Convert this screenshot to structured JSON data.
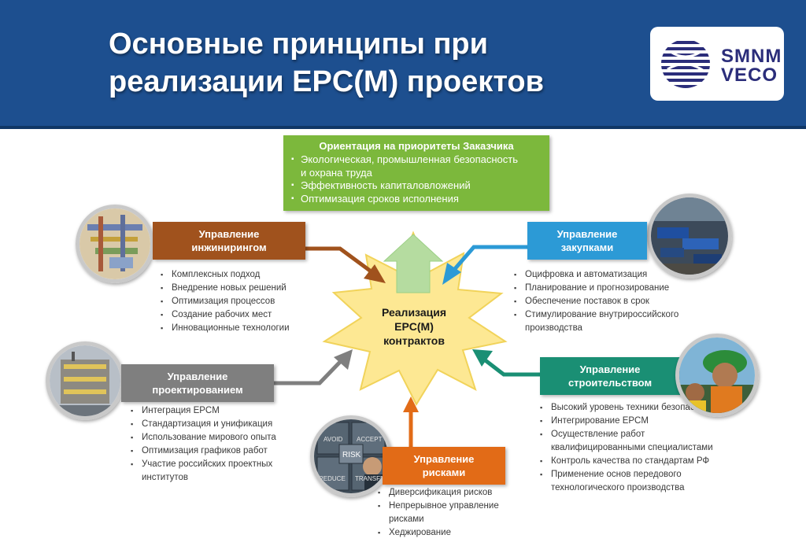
{
  "header": {
    "title_line1": "Основные принципы при",
    "title_line2": "реализации EPC(M) проектов",
    "logo_line1": "SMNM",
    "logo_line2": "VECO"
  },
  "center": {
    "line1": "Реализация",
    "line2": "EPC(M)",
    "line3": "контрактов"
  },
  "customer": {
    "title": "Ориентация на приоритеты Заказчика",
    "items": [
      "Экологическая, промышленная безопасность",
      "и охрана труда",
      "Эффективность капиталовложений",
      "Оптимизация сроков исполнения"
    ]
  },
  "engineering": {
    "label_line1": "Управление",
    "label_line2": "инжинирингом",
    "items": [
      "Комплексных подход",
      "Внедрение новых решений",
      "Оптимизация процессов",
      "Создание рабочих мест",
      "Инновационные технологии"
    ]
  },
  "procurement": {
    "label_line1": "Управление",
    "label_line2": "закупками",
    "items": [
      "Оцифровка и автоматизация",
      "Планирование и прогнозирование",
      "Обеспечение поставок в срок",
      "Стимулирование внутрироссийского",
      "производства"
    ]
  },
  "design": {
    "label_line1": "Управление",
    "label_line2": "проектированием",
    "items": [
      "Интеграция EPCM",
      "Стандартизация и унификация",
      "Использование мирового опыта",
      "Оптимизация графиков работ",
      "Участие российских проектных",
      "институтов"
    ]
  },
  "construction": {
    "label_line1": "Управление",
    "label_line2": "строительством",
    "items": [
      "Высокий уровень техники безопасности",
      "Интегрирование EPCM",
      "Осуществление работ",
      "квалифицированными специалистами",
      "Контроль качества по стандартам РФ",
      "Применение основ передового",
      "технологического производства"
    ]
  },
  "risk": {
    "label_line1": "Управление",
    "label_line2": "рисками",
    "photo_words": [
      "AVOID",
      "ACCEPT",
      "RISK",
      "REDUCE",
      "TRANSFER"
    ],
    "items": [
      "Диверсификация рисков",
      "Непрерывное управление",
      "рисками",
      "Хеджирование"
    ]
  },
  "colors": {
    "header": "#1d4f8f",
    "engineering": "#a0521d",
    "procurement": "#2c9ad6",
    "design": "#7f7f7f",
    "construction": "#1a8f74",
    "risk": "#e26b17",
    "customer": "#7cb83c",
    "star": "#fde893"
  }
}
